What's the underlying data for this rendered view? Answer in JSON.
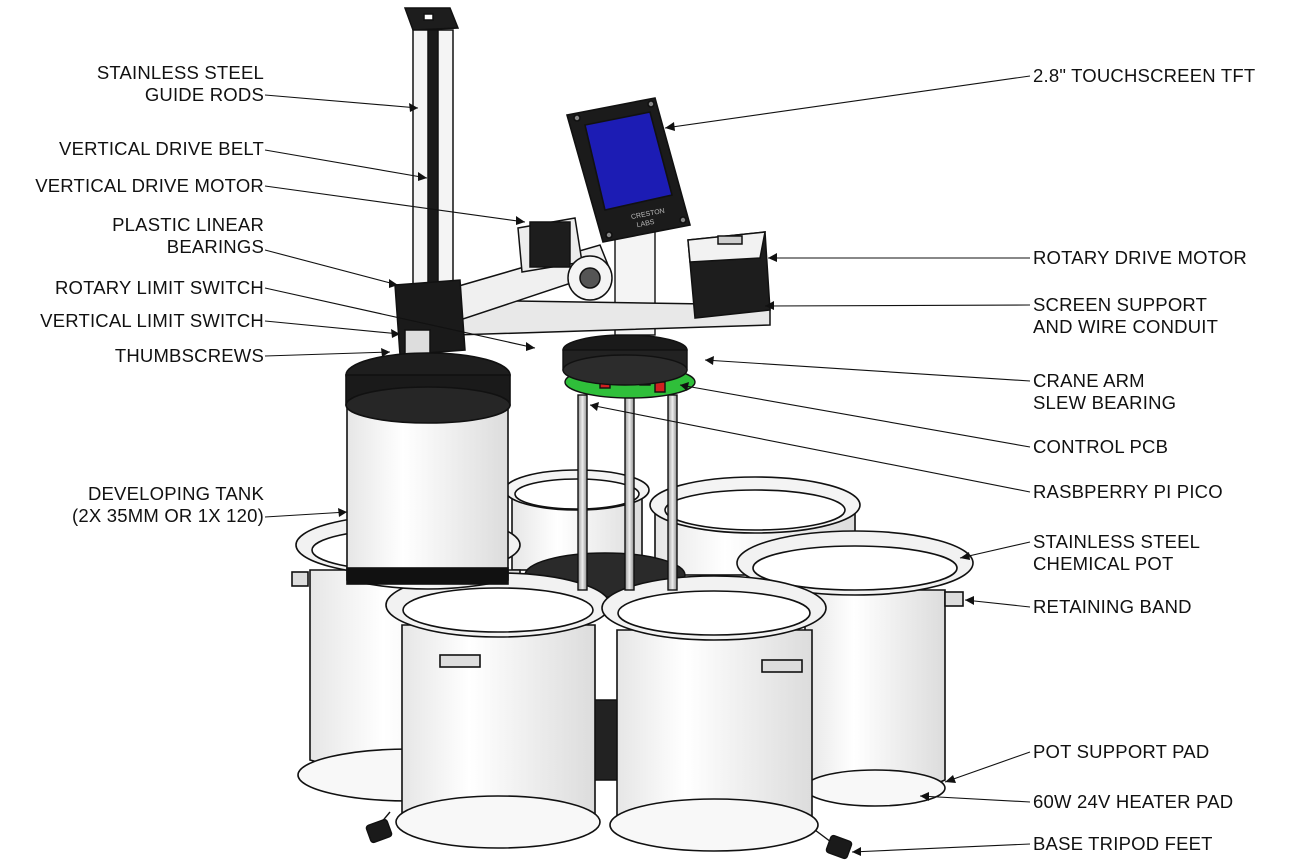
{
  "labels_left": [
    {
      "id": "guide-rods",
      "lines": [
        "STAINLESS STEEL",
        "GUIDE RODS"
      ]
    },
    {
      "id": "drive-belt",
      "lines": [
        "VERTICAL DRIVE BELT"
      ]
    },
    {
      "id": "drive-motor",
      "lines": [
        "VERTICAL DRIVE MOTOR"
      ]
    },
    {
      "id": "linear-bearings",
      "lines": [
        "PLASTIC LINEAR",
        "BEARINGS"
      ]
    },
    {
      "id": "rotary-limit",
      "lines": [
        "ROTARY LIMIT SWITCH"
      ]
    },
    {
      "id": "vertical-limit",
      "lines": [
        "VERTICAL LIMIT SWITCH"
      ]
    },
    {
      "id": "thumbscrews",
      "lines": [
        "THUMBSCREWS"
      ]
    },
    {
      "id": "developing-tank",
      "lines": [
        "DEVELOPING TANK",
        "(2X 35MM OR 1X 120)"
      ]
    }
  ],
  "labels_right": [
    {
      "id": "touchscreen",
      "lines": [
        "2.8\" TOUCHSCREEN TFT"
      ]
    },
    {
      "id": "rotary-motor",
      "lines": [
        "ROTARY DRIVE MOTOR"
      ]
    },
    {
      "id": "screen-support",
      "lines": [
        "SCREEN SUPPORT",
        "AND WIRE CONDUIT"
      ]
    },
    {
      "id": "slew-bearing",
      "lines": [
        "CRANE ARM",
        "SLEW BEARING"
      ]
    },
    {
      "id": "control-pcb",
      "lines": [
        "CONTROL PCB"
      ]
    },
    {
      "id": "pico",
      "lines": [
        "RASBPERRY PI PICO"
      ]
    },
    {
      "id": "chemical-pot",
      "lines": [
        "STAINLESS STEEL",
        "CHEMICAL POT"
      ]
    },
    {
      "id": "retaining-band",
      "lines": [
        "RETAINING BAND"
      ]
    },
    {
      "id": "pot-support",
      "lines": [
        "POT SUPPORT PAD"
      ]
    },
    {
      "id": "heater-pad",
      "lines": [
        "60W 24V HEATER PAD"
      ]
    },
    {
      "id": "tripod-feet",
      "lines": [
        "BASE TRIPOD FEET"
      ]
    }
  ],
  "screen_logo": [
    "CRESTON",
    "LABS"
  ],
  "colors": {
    "line": "#111111",
    "screen": "#1c1cb4",
    "pcb": "#2fbf3a",
    "pot_fill": "#f7f7f7",
    "dark": "#1a1a1a"
  }
}
